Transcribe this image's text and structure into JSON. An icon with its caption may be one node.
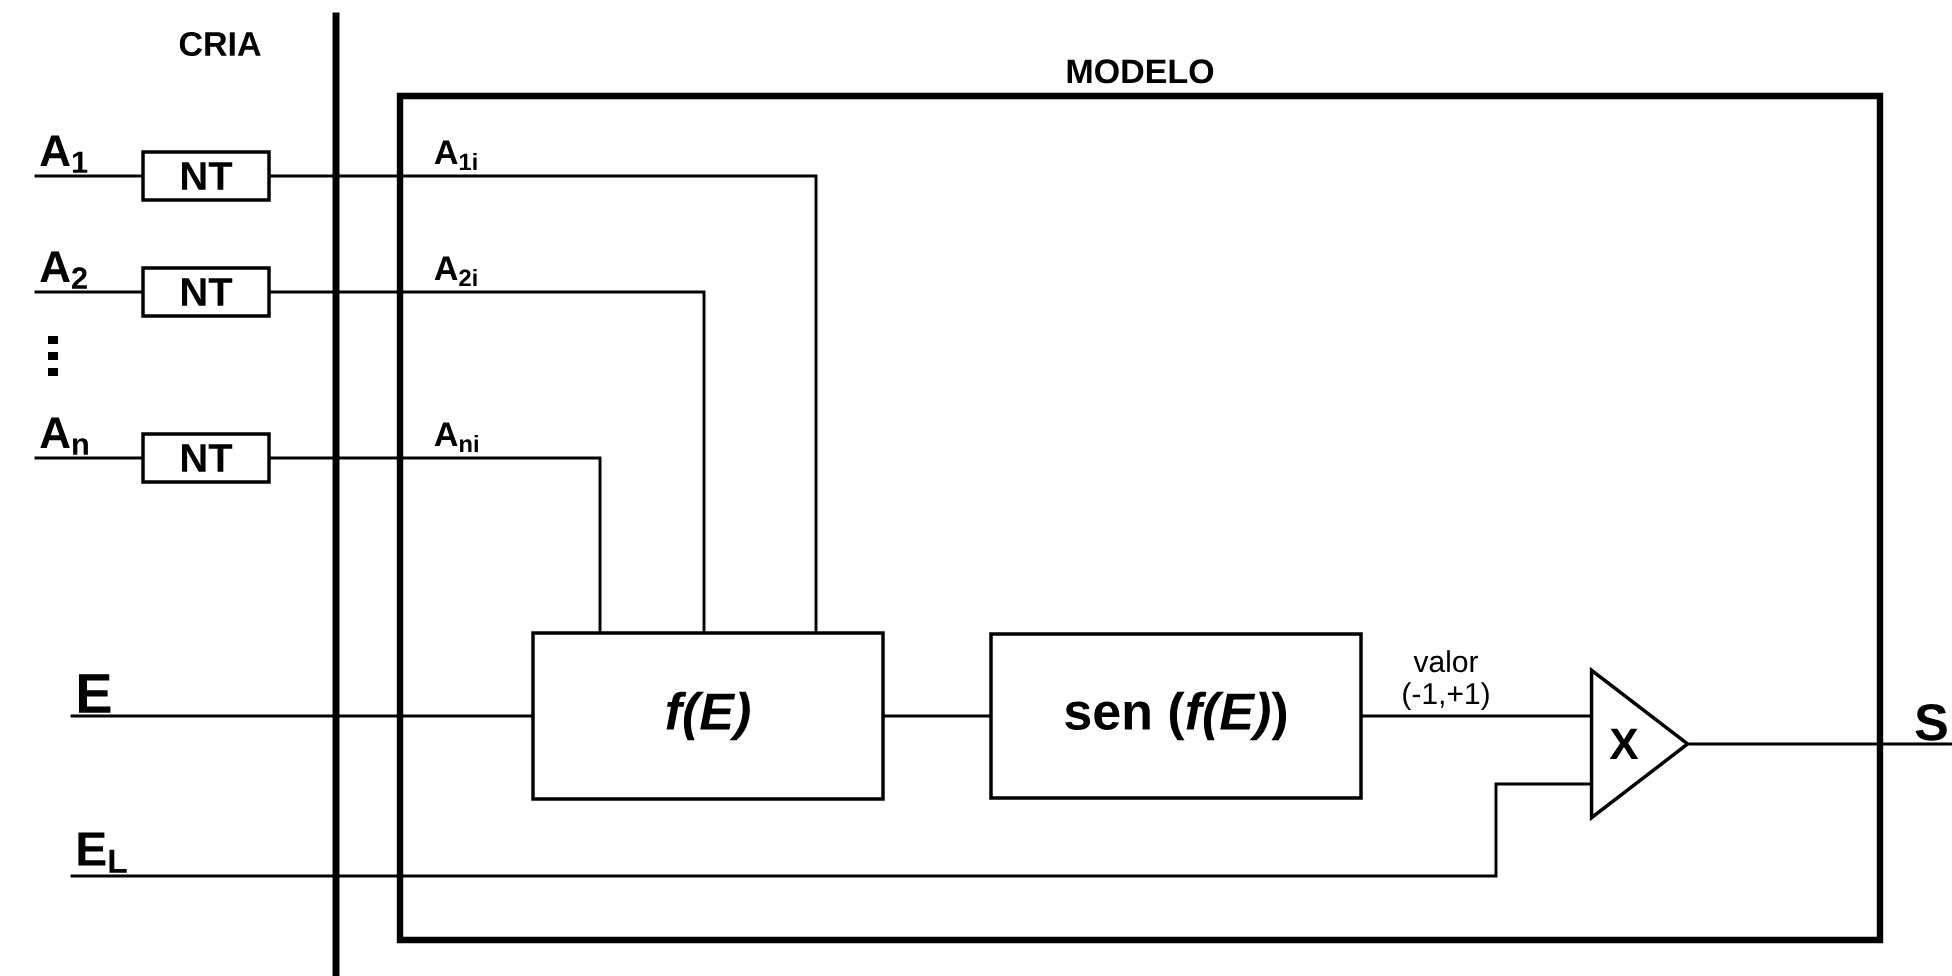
{
  "diagram": {
    "nodes": [
      {
        "text": [
          "MODELO"
        ]
      },
      {
        "text": [
          "A$_{1}$"
        ]
      },
      {
        "text": [
          "NT"
        ]
      },
      {
        "text": [
          "A$_{2}$"
        ]
      },
      {
        "text": [
          "NT"
        ]
      },
      {
        "text": [
          "A$_{n}$"
        ]
      },
      {
        "text": [
          "NT"
        ]
      },
      {
        "text": [
          "f(E)"
        ],
        "in": 0
      },
      {
        "text": [
          "sen (*f(E)*)"
        ],
        "in": 0
      },
      {
        "text": [
          "X"
        ],
        "in": 0
      },
      {
        "text": [
          "E"
        ]
      },
      {
        "text": [
          "E$_{L}$"
        ]
      },
      {
        "text": [
          "S"
        ]
      }
    ],
    "edges": [
      {
        "from": 1,
        "to": 2,
        "arrow": "none"
      },
      {
        "from": 3,
        "to": 4,
        "arrow": "none"
      },
      {
        "from": 5,
        "to": 6,
        "arrow": "none"
      },
      {
        "from": 2,
        "to": 7,
        "arrow": "none",
        "label": "A$_{1i}$"
      },
      {
        "from": 4,
        "to": 7,
        "arrow": "none",
        "label": "A$_{2i}$"
      },
      {
        "from": 6,
        "to": 7,
        "arrow": "none",
        "label": "A$_{ni}$"
      },
      {
        "from": 10,
        "to": 7,
        "arrow": "none"
      },
      {
        "from": 7,
        "to": 8,
        "arrow": "none"
      },
      {
        "from": 8,
        "to": 9,
        "arrow": "none",
        "label": "valor (-1,+1)"
      },
      {
        "from": 11,
        "to": 9,
        "arrow": "none"
      },
      {
        "from": 9,
        "to": 12,
        "arrow": "none"
      }
    ],
    "labels": [
      "CRIA"
    ]
  }
}
